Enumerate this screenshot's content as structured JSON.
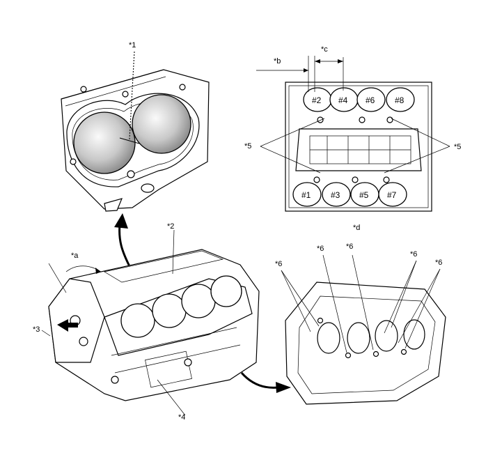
{
  "callouts": {
    "c1": "*1",
    "c2": "*2",
    "c3": "*3",
    "c4": "*4",
    "c5_left": "*5",
    "c5_right": "*5",
    "c6_a": "*6",
    "c6_b": "*6",
    "c6_c": "*6",
    "c6_d": "*6",
    "c6_e": "*6",
    "ca": "*a",
    "cb": "*b",
    "cc": "*c",
    "cd": "*d"
  },
  "bores": {
    "top_row": [
      "#2",
      "#4",
      "#6",
      "#8"
    ],
    "bottom_row": [
      "#1",
      "#3",
      "#5",
      "#7"
    ]
  }
}
